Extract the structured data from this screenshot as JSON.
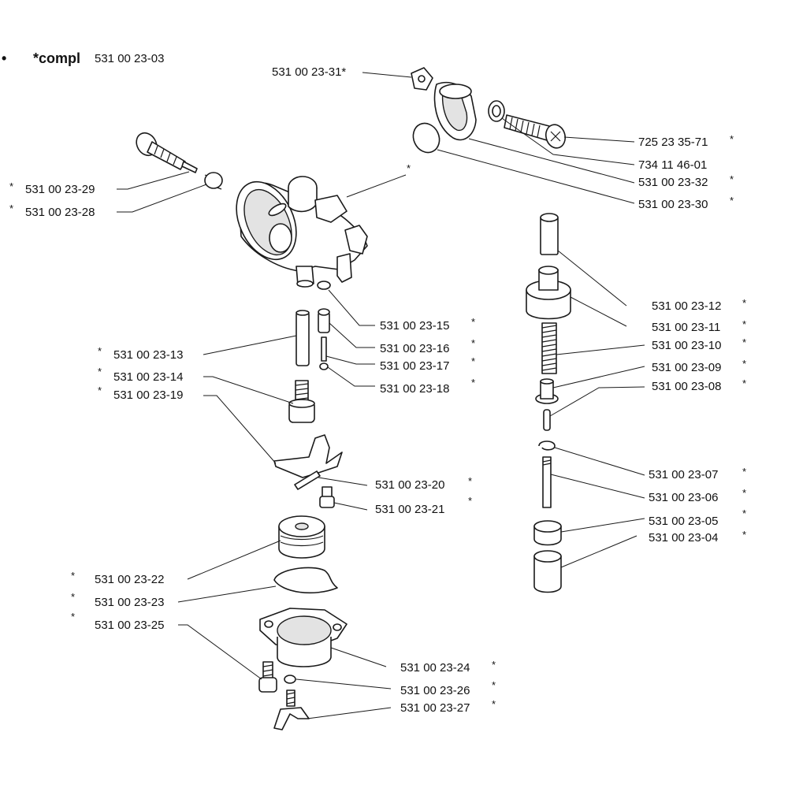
{
  "header": {
    "bullet": "•",
    "compl_label": "*compl",
    "compl_number": "531 00 23-03"
  },
  "star_symbol": "*",
  "labels": {
    "p31": "531 00 23-31*",
    "p71": "725 23 35-71",
    "p01": "734 11 46-01",
    "p32": "531 00 23-32",
    "p30": "531 00 23-30",
    "p29": "531 00 23-29",
    "p28": "531 00 23-28",
    "p12": "531 00 23-12",
    "p11": "531 00 23-11",
    "p10": "531 00 23-10",
    "p09": "531 00 23-09",
    "p08": "531 00 23-08",
    "p15": "531 00 23-15",
    "p16": "531 00 23-16",
    "p17": "531 00 23-17",
    "p18": "531 00 23-18",
    "p13": "531 00 23-13",
    "p14": "531 00 23-14",
    "p19": "531 00 23-19",
    "p20": "531 00 23-20",
    "p21": "531 00 23-21",
    "p07": "531 00 23-07",
    "p06": "531 00 23-06",
    "p05": "531 00 23-05",
    "p04": "531 00 23-04",
    "p22": "531 00 23-22",
    "p23": "531 00 23-23",
    "p25": "531 00 23-25",
    "p24": "531 00 23-24",
    "p26": "531 00 23-26",
    "p27": "531 00 23-27"
  }
}
